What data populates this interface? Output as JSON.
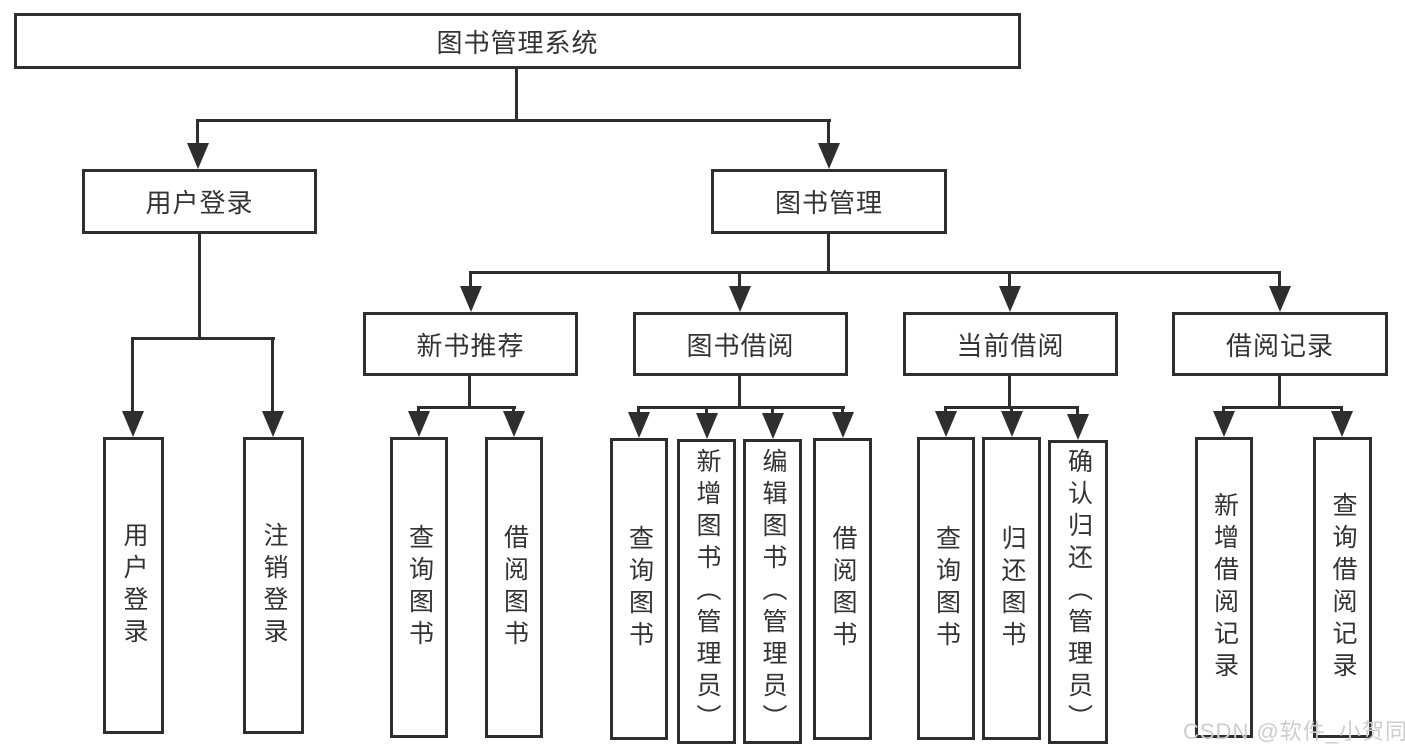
{
  "title": "图书管理系统",
  "watermark": "CSDN @软件_小贺同学",
  "colors": {
    "line": "#2e2e2e",
    "text": "#333333",
    "watermark": "#cdcdcd",
    "background": "#ffffff"
  },
  "nodes": {
    "root": {
      "label": "图书管理系统"
    },
    "user_login": {
      "label": "用户登录"
    },
    "book_mgmt": {
      "label": "图书管理"
    },
    "new_book_rec": {
      "label": "新书推荐"
    },
    "book_borrow": {
      "label": "图书借阅"
    },
    "current_borrow": {
      "label": "当前借阅"
    },
    "borrow_record": {
      "label": "借阅记录"
    },
    "leaf_user_login": {
      "label": "用户登录"
    },
    "leaf_logout": {
      "label": "注销登录"
    },
    "leaf_query_book_1": {
      "label": "查询图书"
    },
    "leaf_borrow_book_1": {
      "label": "借阅图书"
    },
    "leaf_query_book_2": {
      "label": "查询图书"
    },
    "leaf_add_book": {
      "label": "新增图书（管理员）"
    },
    "leaf_edit_book": {
      "label": "编辑图书（管理员）"
    },
    "leaf_borrow_book_2": {
      "label": "借阅图书"
    },
    "leaf_query_book_3": {
      "label": "查询图书"
    },
    "leaf_return_book": {
      "label": "归还图书"
    },
    "leaf_confirm_return": {
      "label": "确认归还（管理员）"
    },
    "leaf_add_record": {
      "label": "新增借阅记录"
    },
    "leaf_query_record": {
      "label": "查询借阅记录"
    }
  },
  "hierarchy": {
    "root": "图书管理系统",
    "children": [
      {
        "label": "用户登录",
        "children": [
          "用户登录",
          "注销登录"
        ]
      },
      {
        "label": "图书管理",
        "children": [
          {
            "label": "新书推荐",
            "children": [
              "查询图书",
              "借阅图书"
            ]
          },
          {
            "label": "图书借阅",
            "children": [
              "查询图书",
              "新增图书（管理员）",
              "编辑图书（管理员）",
              "借阅图书"
            ]
          },
          {
            "label": "当前借阅",
            "children": [
              "查询图书",
              "归还图书",
              "确认归还（管理员）"
            ]
          },
          {
            "label": "借阅记录",
            "children": [
              "新增借阅记录",
              "查询借阅记录"
            ]
          }
        ]
      }
    ]
  }
}
